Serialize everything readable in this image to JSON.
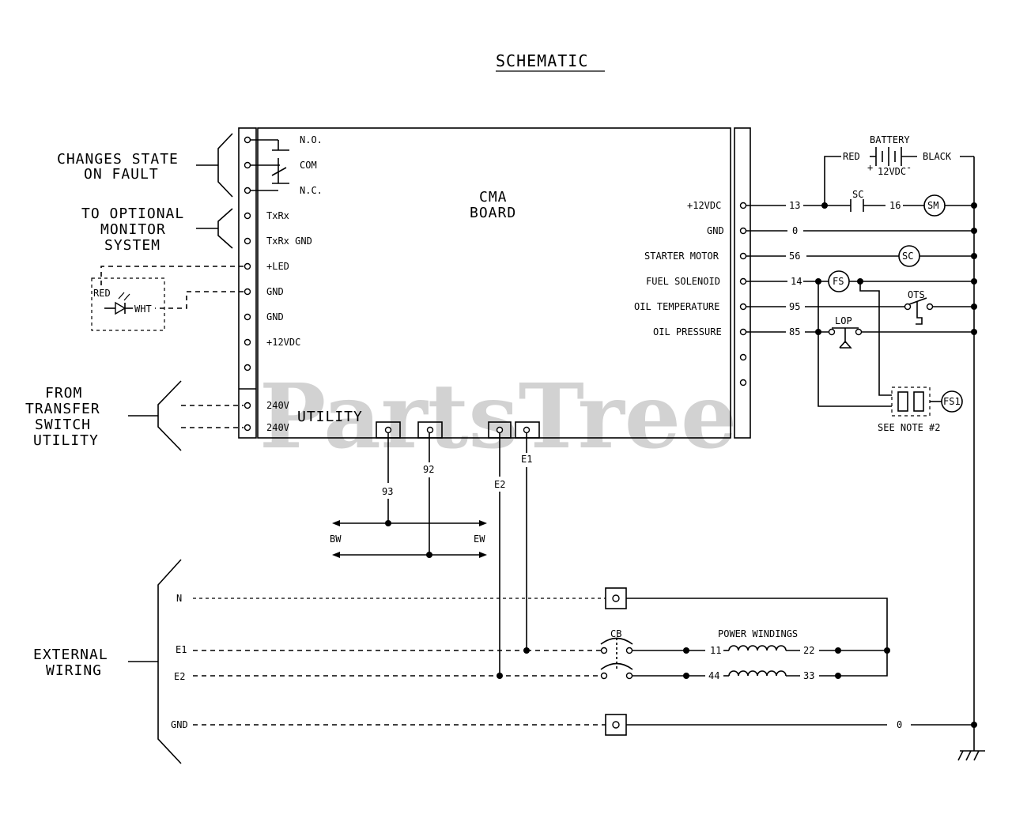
{
  "title": "SCHEMATIC",
  "watermark": "PartsTree",
  "board": {
    "line1": "CMA",
    "line2": "BOARD",
    "utility": "UTILITY"
  },
  "left_groups": {
    "fault_line1": "CHANGES STATE",
    "fault_line2": "ON FAULT",
    "monitor_line1": "TO OPTIONAL",
    "monitor_line2": "MONITOR",
    "monitor_line3": "SYSTEM",
    "transfer_line1": "FROM",
    "transfer_line2": "TRANSFER",
    "transfer_line3": "SWITCH",
    "transfer_line4": "UTILITY",
    "external_line1": "EXTERNAL",
    "external_line2": "WIRING"
  },
  "left_terminals": [
    "N.O.",
    "COM",
    "N.C.",
    "TxRx",
    "TxRx GND",
    "+LED",
    "GND",
    "GND",
    "+12VDC",
    "240V",
    "240V"
  ],
  "led": {
    "red": "RED",
    "wht": "WHT"
  },
  "right_terminals": [
    "+12VDC",
    "GND",
    "STARTER MOTOR",
    "FUEL SOLENOID",
    "OIL TEMPERATURE",
    "OIL PRESSURE"
  ],
  "wire_numbers": {
    "w13": "13",
    "w0": "0",
    "w56": "56",
    "w14": "14",
    "w95": "95",
    "w85": "85",
    "w16": "16",
    "w93": "93",
    "w92": "92",
    "e2": "E2",
    "e1": "E1",
    "w11": "11",
    "w22": "22",
    "w44": "44",
    "w33": "33",
    "w0b": "0"
  },
  "battery": {
    "label": "BATTERY",
    "red": "RED",
    "black": "BLACK",
    "voltage": "12VDC",
    "plus": "+",
    "minus": "-"
  },
  "components": {
    "sc": "SC",
    "sm": "SM",
    "sc2": "SC",
    "fs": "FS",
    "ots": "OTS",
    "lop": "LOP",
    "fs1": "FS1",
    "note": "SEE NOTE #2",
    "cb": "CB",
    "power_windings": "POWER WINDINGS"
  },
  "bus": {
    "bw": "BW",
    "ew": "EW"
  },
  "external_lines": [
    "N",
    "E1",
    "E2",
    "GND"
  ]
}
